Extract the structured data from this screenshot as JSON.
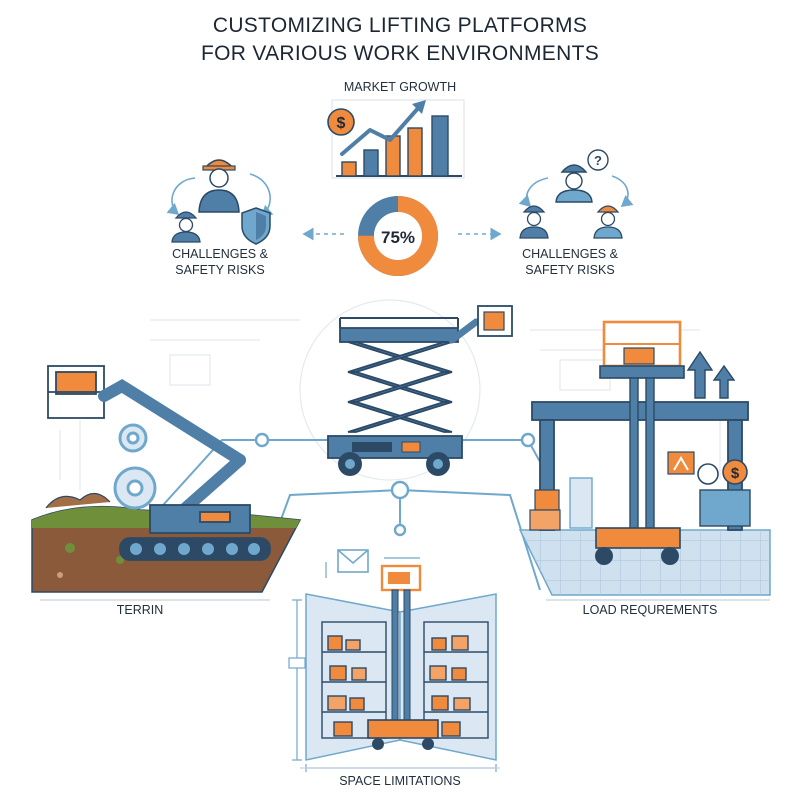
{
  "title": {
    "line1": "CUSTOMIZING LIFTING PLATFORMS",
    "line2": "FOR VARIOUS WORK ENVIRONMENTS"
  },
  "market": {
    "label": "MARKET GROWTH",
    "currency_symbol": "$"
  },
  "donut": {
    "label": "75%",
    "fraction": 0.75
  },
  "challenges_left": {
    "line1": "CHALLENGES &",
    "line2": "SAFETY RISKS"
  },
  "challenges_right": {
    "line1": "CHALLENGES &",
    "line2": "SAFETY RISKS",
    "question_mark": "?"
  },
  "terrain": {
    "label": "TERRIN"
  },
  "load": {
    "label": "LOAD REQUREMENTS",
    "currency_symbol": "$"
  },
  "space": {
    "label": "SPACE LIMITATIONS"
  },
  "colors": {
    "steel_blue": "#4f7fa6",
    "dark_blue": "#2c4a66",
    "orange": "#f08a3c",
    "light_blue": "#dbe8f3",
    "soil": "#8a5a3a",
    "grass": "#6f8f3a"
  }
}
